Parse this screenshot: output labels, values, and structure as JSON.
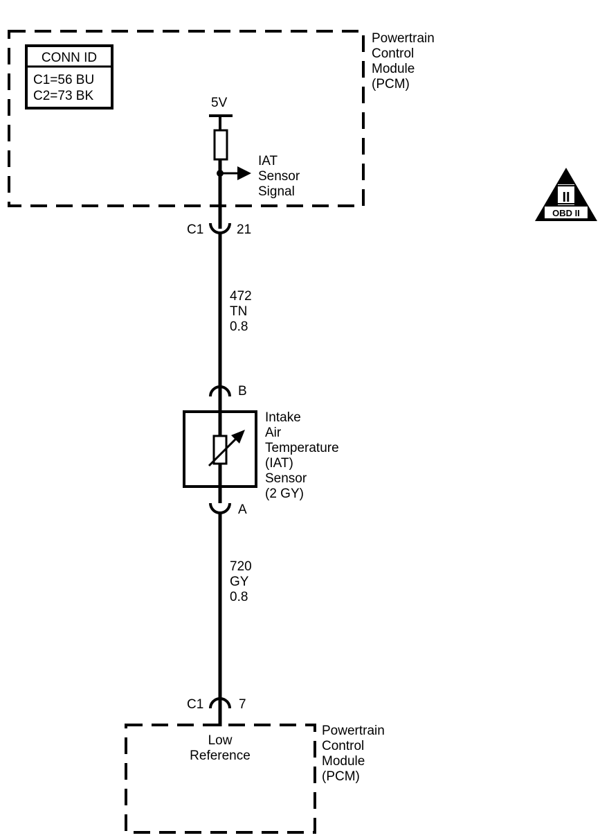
{
  "pcm_top": {
    "title_lines": [
      "Powertrain",
      "Control",
      "Module",
      "(PCM)"
    ],
    "conn_id": {
      "header": "CONN ID",
      "rows": [
        "C1=56 BU",
        "C2=73 BK"
      ]
    },
    "supply_label": "5V",
    "signal_lines": [
      "IAT",
      "Sensor",
      "Signal"
    ]
  },
  "connector_top": {
    "name": "C1",
    "pin": "21"
  },
  "wire_1": {
    "lines": [
      "472",
      "TN",
      "0.8"
    ]
  },
  "sensor": {
    "pin_b": "B",
    "pin_a": "A",
    "label_lines": [
      "Intake",
      "Air",
      "Temperature",
      "(IAT)",
      "Sensor",
      "(2 GY)"
    ]
  },
  "wire_2": {
    "lines": [
      "720",
      "GY",
      "0.8"
    ]
  },
  "connector_bottom": {
    "name": "C1",
    "pin": "7"
  },
  "pcm_bottom": {
    "title_lines": [
      "Powertrain",
      "Control",
      "Module",
      "(PCM)"
    ],
    "ref_lines": [
      "Low",
      "Reference"
    ]
  },
  "obd_badge": {
    "roman": "II",
    "label": "OBD II"
  }
}
